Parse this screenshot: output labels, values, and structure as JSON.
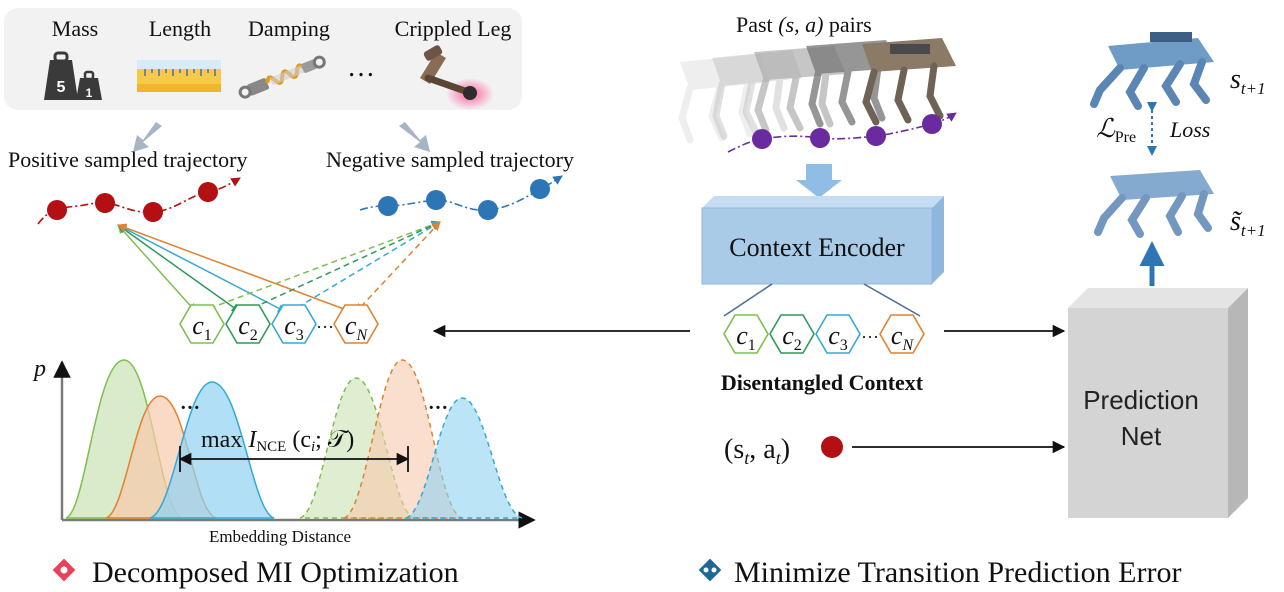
{
  "properties": {
    "mass": "Mass",
    "length": "Length",
    "damping": "Damping",
    "ellipsis": "…",
    "crippled_leg": "Crippled Leg",
    "weight_big": "5",
    "weight_small": "1"
  },
  "trajectories": {
    "positive": "Positive sampled trajectory",
    "negative": "Negative sampled trajectory"
  },
  "contexts": {
    "labels": [
      "c",
      "c",
      "c",
      "c"
    ],
    "subscripts": [
      "1",
      "2",
      "3",
      "N"
    ],
    "dots": "···"
  },
  "distribution": {
    "y_axis": "p",
    "x_axis": "Embedding Distance",
    "objective_max": "max ",
    "objective_I": "I",
    "objective_sub": "NCE",
    "objective_args": " (c",
    "objective_args_sub": "i",
    "objective_args_end": "; 𝒯)",
    "ellipsis_left": "…",
    "ellipsis_right": "…"
  },
  "left_footer": "Decomposed MI Optimization",
  "right": {
    "past_pairs_pre": "Past ",
    "past_pairs_math": "(s, a)",
    "past_pairs_post": " pairs",
    "encoder": "Context Encoder",
    "disentangled": "Disentangled Context",
    "state_action": "(s",
    "state_action_sub_s": "t",
    "state_action_mid": ", a",
    "state_action_sub_a": "t",
    "state_action_end": ")",
    "prediction_line1": "Prediction",
    "prediction_line2": "Net",
    "s_next": "s",
    "s_next_sub": "t+1",
    "s_tilde": "s̃",
    "s_tilde_sub": "t+1",
    "loss_L": "ℒ",
    "loss_sub": "Pre",
    "loss_word": "Loss",
    "footer": "Minimize Transition Prediction Error"
  },
  "colors": {
    "positive": "#b40f12",
    "negative": "#2e75b6",
    "c1": "#7fbf4d",
    "c2": "#2e9a5a",
    "c3": "#33a9d6",
    "cN": "#e0822f",
    "encoder_fill": "#a9cbe8",
    "net_fill": "#d4d4d4",
    "trajectory_purple": "#6b2ba0"
  }
}
